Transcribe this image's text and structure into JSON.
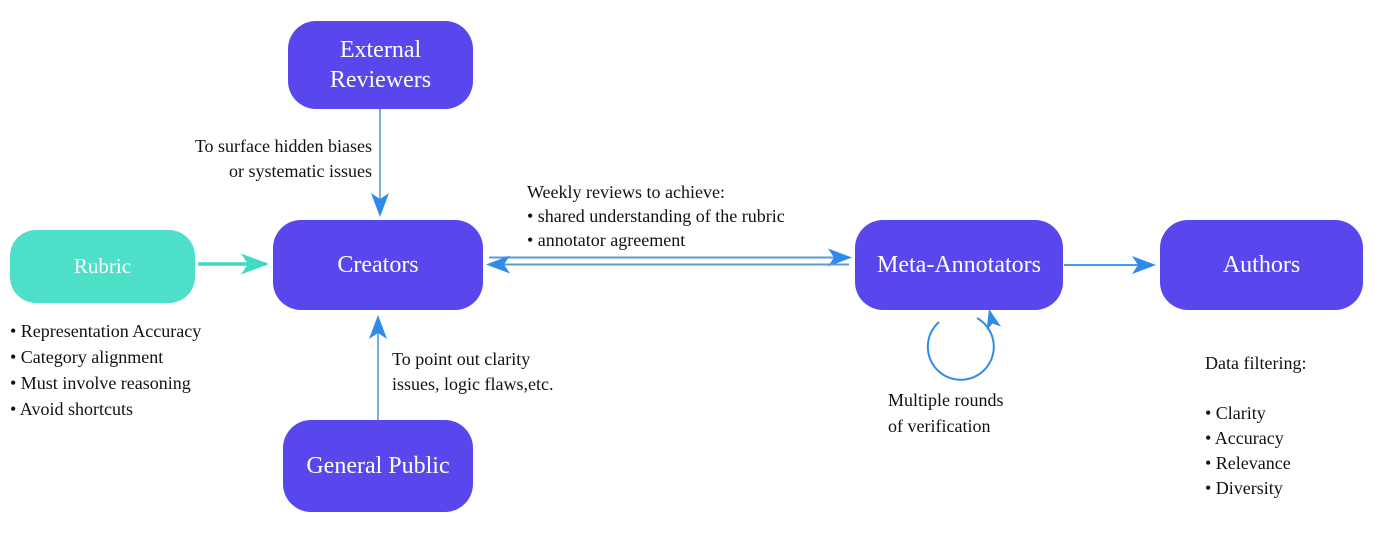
{
  "colors": {
    "node_fill": "#5847EC",
    "node_text": "#FFFFFF",
    "rubric_fill": "#4EDFC8",
    "rubric_text": "#FFFFFF",
    "arrow_blue": "#2E8BEA",
    "arrow_shaft_blue": "#5B9BD5",
    "arrow_teal": "#41D9C3",
    "text_color": "#111111",
    "background": "#FFFFFF"
  },
  "nodes": {
    "external_reviewers": {
      "label": "External Reviewers"
    },
    "rubric": {
      "label": "Rubric"
    },
    "creators": {
      "label": "Creators"
    },
    "meta_annotators": {
      "label": "Meta-Annotators"
    },
    "authors": {
      "label": "Authors"
    },
    "general_public": {
      "label": "General Public"
    }
  },
  "annotations": {
    "external_to_creators": [
      "To surface hidden biases",
      "or systematic issues"
    ],
    "creators_meta_reviews": [
      "Weekly reviews to achieve:",
      "• shared understanding of the rubric",
      "• annotator agreement"
    ],
    "public_to_creators": [
      "To point out clarity",
      "issues, logic flaws,etc."
    ],
    "meta_self_loop": [
      "Multiple rounds",
      "of verification"
    ],
    "rubric_criteria": [
      "• Representation Accuracy",
      "• Category alignment",
      "• Must involve reasoning",
      "• Avoid shortcuts"
    ],
    "authors_filtering": {
      "title": "Data filtering:",
      "items": [
        "• Clarity",
        "• Accuracy",
        "• Relevance",
        "• Diversity"
      ]
    }
  }
}
